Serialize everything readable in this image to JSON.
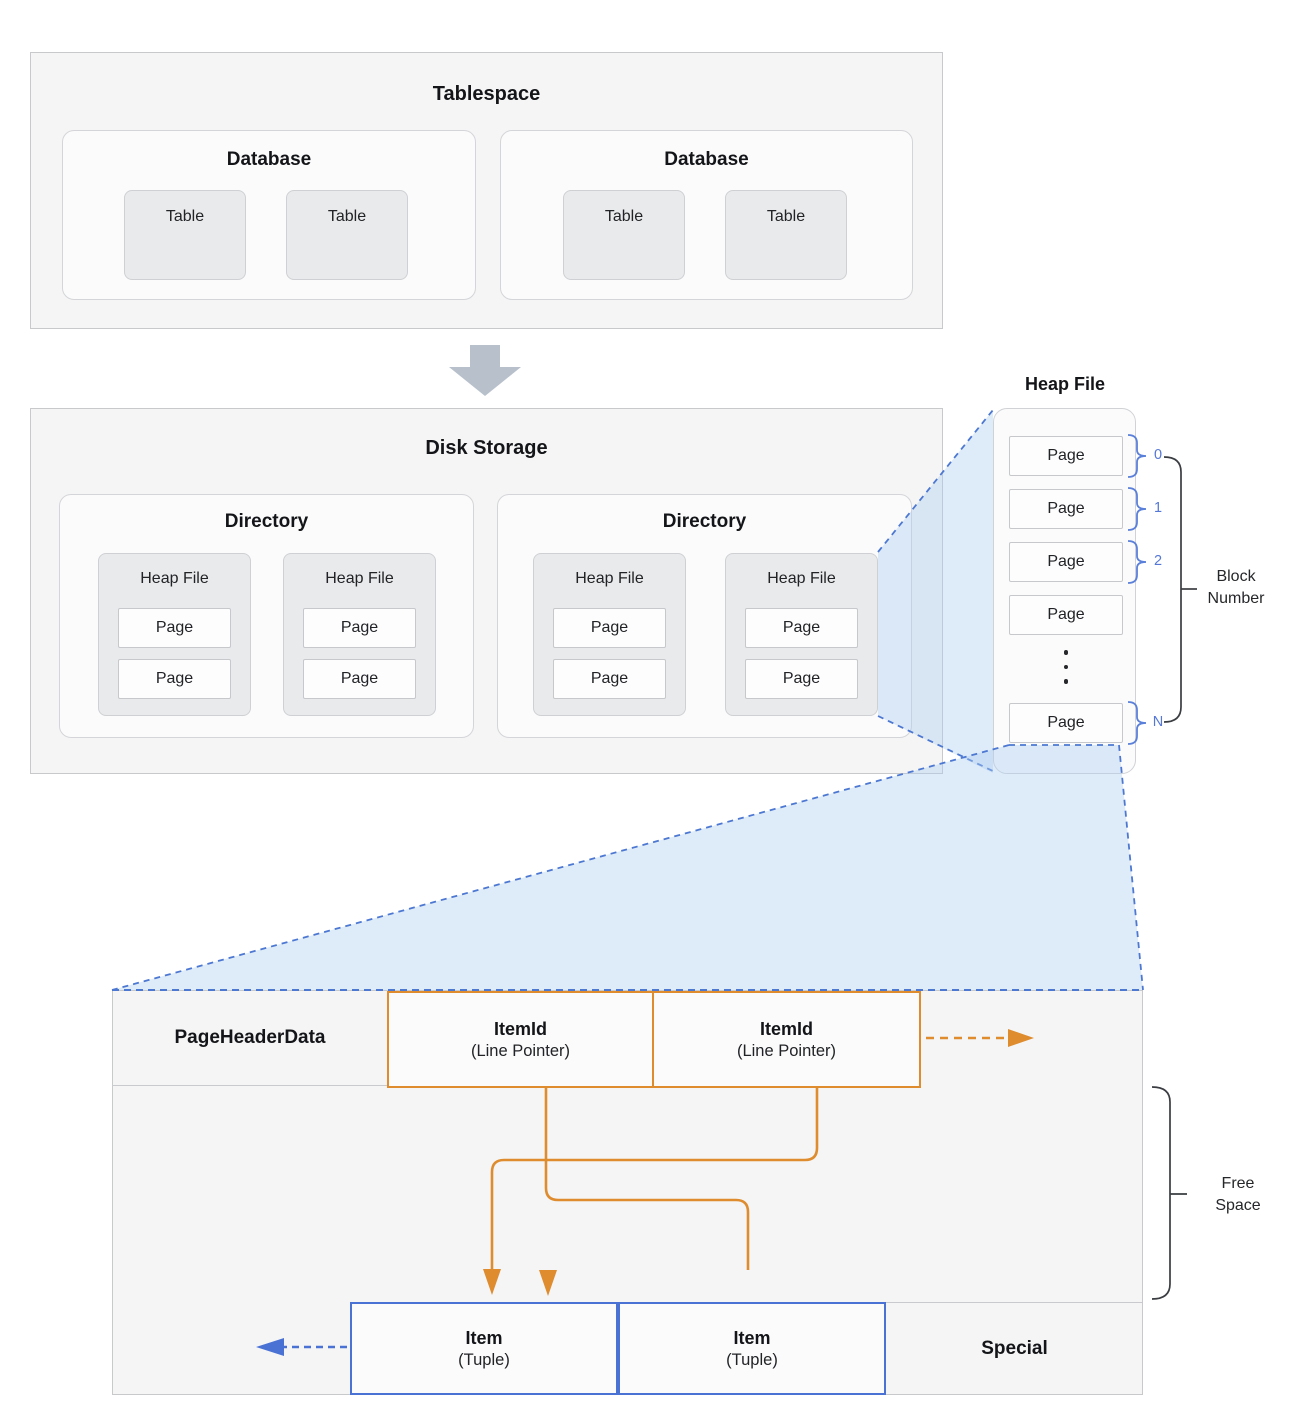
{
  "colors": {
    "accent_orange": "#DE8C2E",
    "accent_blue": "#4A72D4",
    "light_blue_fill": "#BCD7F0",
    "gray_arrow": "#B7C0CB"
  },
  "tablespace": {
    "title": "Tablespace",
    "databases": [
      {
        "title": "Database",
        "tables": [
          "Table",
          "Table"
        ]
      },
      {
        "title": "Database",
        "tables": [
          "Table",
          "Table"
        ]
      }
    ]
  },
  "disk_storage": {
    "title": "Disk Storage",
    "directories": [
      {
        "title": "Directory",
        "heap_files": [
          {
            "title": "Heap File",
            "pages": [
              "Page",
              "Page"
            ]
          },
          {
            "title": "Heap File",
            "pages": [
              "Page",
              "Page"
            ]
          }
        ]
      },
      {
        "title": "Directory",
        "heap_files": [
          {
            "title": "Heap File",
            "pages": [
              "Page",
              "Page"
            ]
          },
          {
            "title": "Heap File",
            "pages": [
              "Page",
              "Page"
            ]
          }
        ]
      }
    ]
  },
  "heap_file_detail": {
    "title": "Heap File",
    "pages": [
      "Page",
      "Page",
      "Page",
      "Page",
      "Page"
    ],
    "block_numbers": [
      "0",
      "1",
      "2",
      "N"
    ],
    "bracket_label": "Block Number"
  },
  "page_detail": {
    "page_header": "PageHeaderData",
    "item_ids": [
      {
        "title": "ItemId",
        "subtitle": "(Line Pointer)"
      },
      {
        "title": "ItemId",
        "subtitle": "(Line Pointer)"
      }
    ],
    "items": [
      {
        "title": "Item",
        "subtitle": "(Tuple)"
      },
      {
        "title": "Item",
        "subtitle": "(Tuple)"
      }
    ],
    "special": "Special",
    "free_space_label": "Free Space"
  }
}
